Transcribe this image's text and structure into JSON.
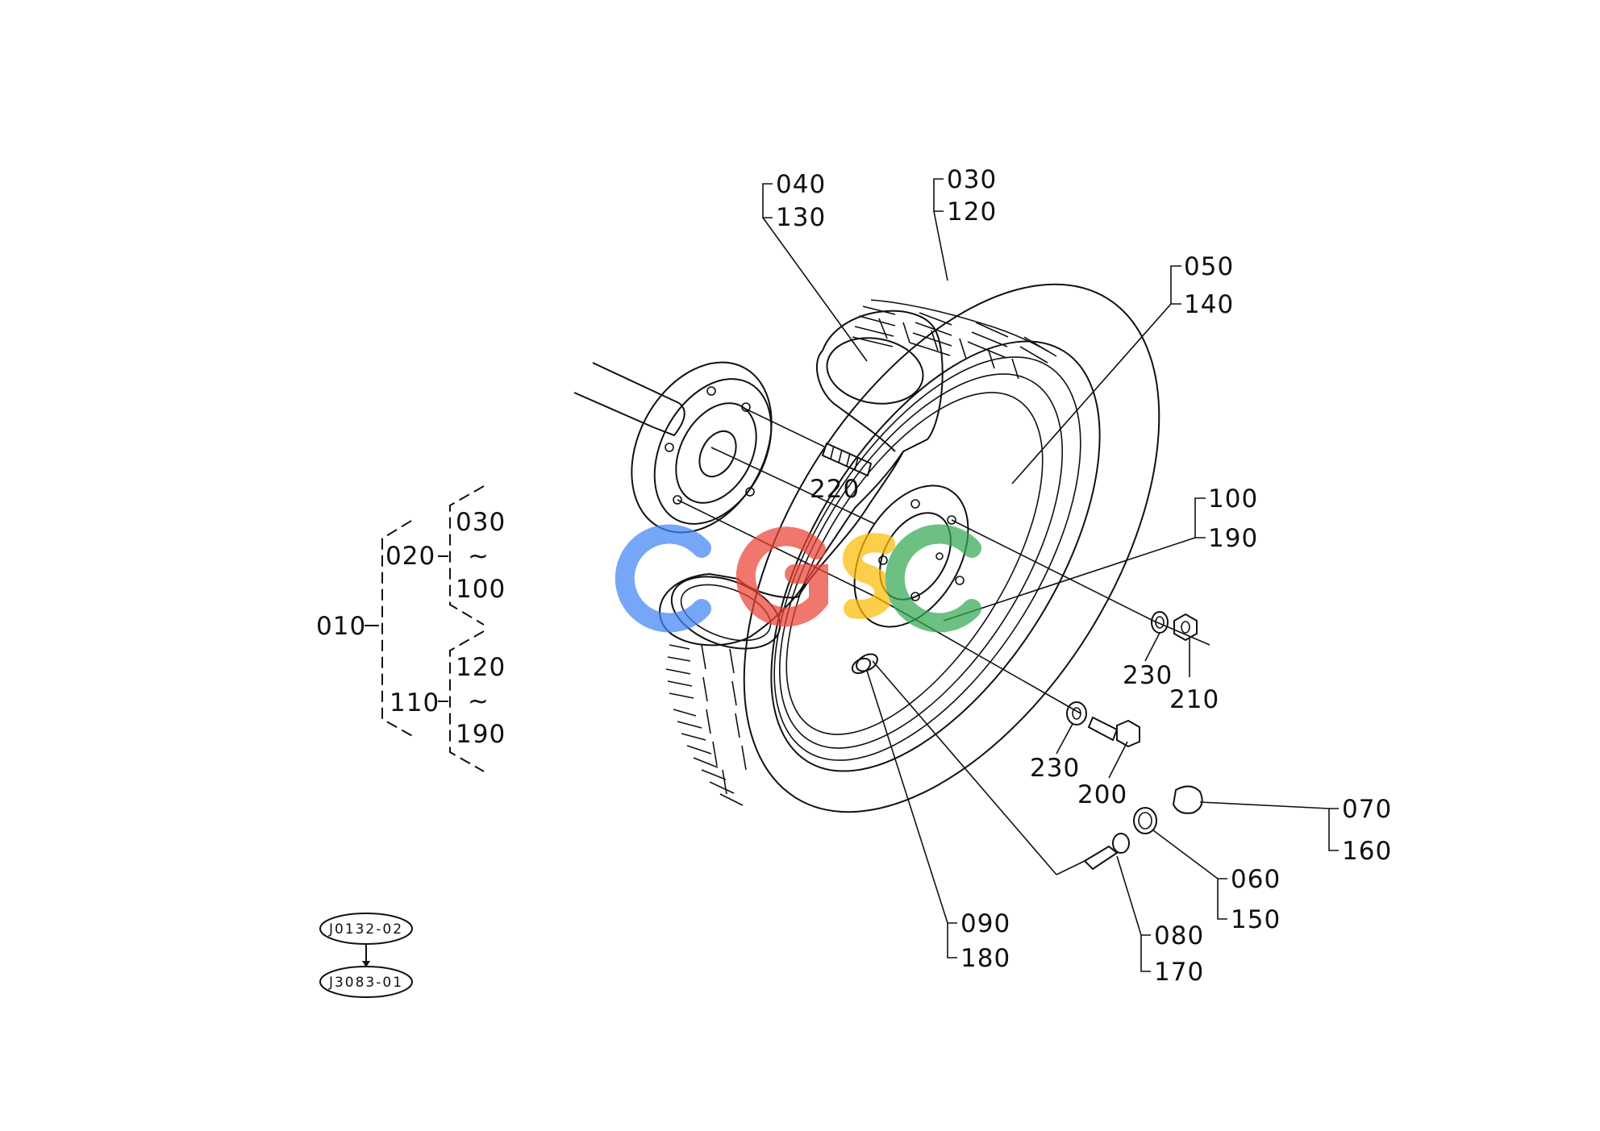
{
  "diagram": {
    "parts": {
      "p010": "010",
      "p020": "020",
      "p110": "110",
      "p030": "030",
      "p100": "100",
      "p120": "120",
      "p190": "190",
      "p040": "040",
      "p130": "130",
      "p050": "050",
      "p140": "140",
      "p060": "060",
      "p150": "150",
      "p070": "070",
      "p160": "160",
      "p080": "080",
      "p170": "170",
      "p090": "090",
      "p180": "180",
      "p200": "200",
      "p210": "210",
      "p220": "220",
      "p230": "230"
    },
    "range_mark": "~",
    "ref_codes": {
      "top": "J0132-02",
      "bottom": "J3083-01"
    },
    "watermark": {
      "text": "CGSC",
      "letters": [
        "C",
        "G",
        "S",
        "C"
      ],
      "colors": [
        "#4285F4",
        "#EA4335",
        "#FBBC05",
        "#34A853"
      ]
    }
  }
}
